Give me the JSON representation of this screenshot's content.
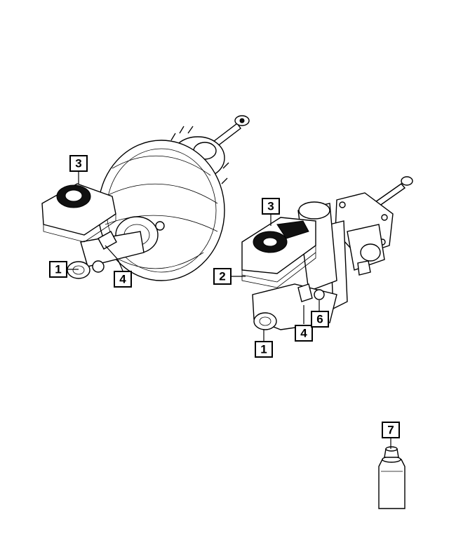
{
  "callouts": [
    {
      "id": "c1a",
      "label": "1"
    },
    {
      "id": "c3a",
      "label": "3"
    },
    {
      "id": "c4a",
      "label": "4"
    },
    {
      "id": "c3b",
      "label": "3"
    },
    {
      "id": "c2",
      "label": "2"
    },
    {
      "id": "c4b",
      "label": "4"
    },
    {
      "id": "c6",
      "label": "6"
    },
    {
      "id": "c1b",
      "label": "1"
    },
    {
      "id": "c7",
      "label": "7"
    }
  ]
}
